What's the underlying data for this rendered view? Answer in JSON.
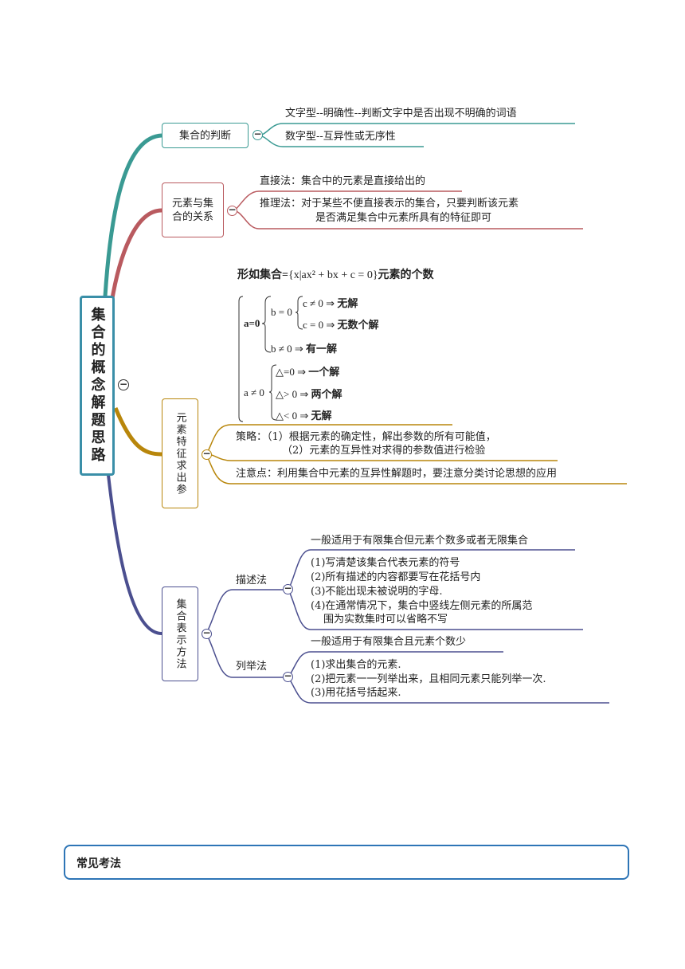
{
  "root": {
    "label": "集合的概念解题思路",
    "collapse": "−"
  },
  "colors": {
    "teal": "#3a9a93",
    "red": "#b95a5f",
    "gold": "#b8860b",
    "navy": "#4b4f8f",
    "frame": "#2e75b6"
  },
  "b1": {
    "label": "集合的判断",
    "items": [
      "文字型--明确性--判断文字中是否出现不明确的词语",
      "数字型--互异性或无序性"
    ]
  },
  "b2": {
    "label": "元素与集合的关系",
    "items": [
      "直接法：集合中的元素是直接给出的",
      "推理法：对于某些不便直接表示的集合，只要判断该元素",
      "是否满足集合中元素所具有的特征即可"
    ]
  },
  "b3": {
    "label": "元素特征求出参",
    "formula": {
      "title_pre": "形如集合=",
      "set": "{x|ax² + bx + c = 0}",
      "title_post": "元素的个数",
      "a0": "a=0",
      "b0": "b = 0",
      "c_ne0": "c ≠ 0 ⇒",
      "c_ne0_r": "无解",
      "c_eq0": "c = 0 ⇒",
      "c_eq0_r": "无数个解",
      "b_ne0": "b ≠ 0 ⇒",
      "b_ne0_r": "有一解",
      "a_ne0": "a ≠ 0",
      "d_eq0": "△=0 ⇒",
      "d_eq0_r": "一个解",
      "d_gt0": "△> 0 ⇒",
      "d_gt0_r": "两个解",
      "d_lt0": "△< 0 ⇒",
      "d_lt0_r": "无解"
    },
    "strategy": [
      "策略：（1）根据元素的确定性，解出参数的所有可能值，",
      "（2）元素的互异性对求得的参数值进行检验"
    ],
    "note": "注意点：利用集合中元素的互异性解题时，要注意分类讨论思想的应用"
  },
  "b4": {
    "label": "集合表示方法",
    "desc": {
      "label": "描述法",
      "top": "一般适用于有限集合但元素个数多或者无限集合",
      "items": [
        "(1)写清楚该集合代表元素的符号",
        "(2)所有描述的内容都要写在花括号内",
        "(3)不能出现未被说明的字母.",
        "(4)在通常情况下，集合中竖线左侧元素的所属范",
        "围为实数集时可以省略不写"
      ]
    },
    "enum": {
      "label": "列举法",
      "top": "一般适用于有限集合且元素个数少",
      "items": [
        "(1)求出集合的元素.",
        "(2)把元素一一列举出来，且相同元素只能列举一次.",
        "(3)用花括号括起来."
      ]
    }
  },
  "section": {
    "label": "常见考法"
  }
}
